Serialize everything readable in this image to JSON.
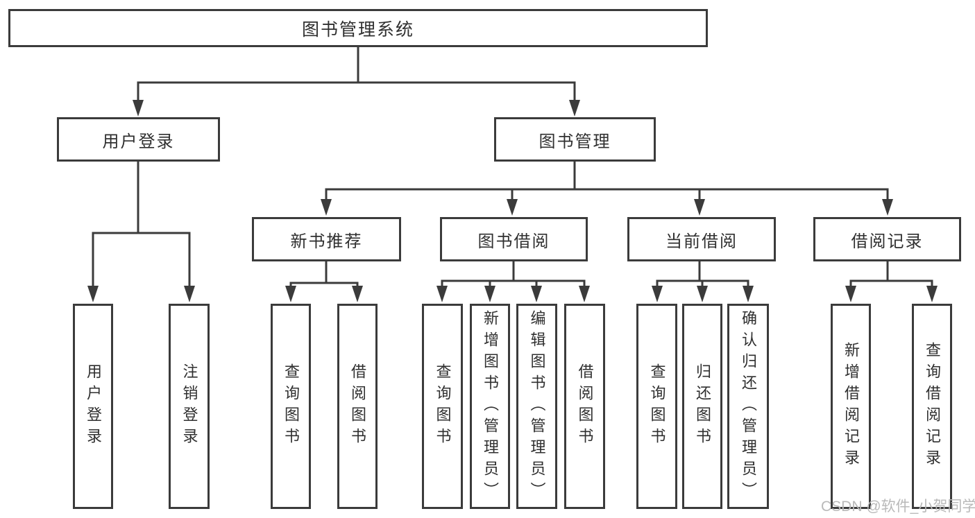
{
  "diagram": {
    "title": "图书管理系统",
    "root": {
      "label": "图书管理系统"
    },
    "level2": [
      {
        "label": "用户登录"
      },
      {
        "label": "图书管理"
      }
    ],
    "level3": [
      {
        "label": "新书推荐"
      },
      {
        "label": "图书借阅"
      },
      {
        "label": "当前借阅"
      },
      {
        "label": "借阅记录"
      }
    ],
    "leaves": [
      {
        "label": "用户登录"
      },
      {
        "label": "注销登录"
      },
      {
        "label": "查询图书"
      },
      {
        "label": "借阅图书"
      },
      {
        "label": "查询图书"
      },
      {
        "label": "新增图书（管理员）"
      },
      {
        "label": "编辑图书（管理员）"
      },
      {
        "label": "借阅图书"
      },
      {
        "label": "查询图书"
      },
      {
        "label": "归还图书"
      },
      {
        "label": "确认归还（管理员）"
      },
      {
        "label": "新增借阅记录"
      },
      {
        "label": "查询借阅记录"
      }
    ]
  },
  "watermark": {
    "text": "CSDN @软件_小贺同学"
  },
  "colors": {
    "line": "#3b3b3b",
    "text": "#2f2f2f",
    "watermark": "#b9b9b9",
    "background": "#ffffff"
  }
}
